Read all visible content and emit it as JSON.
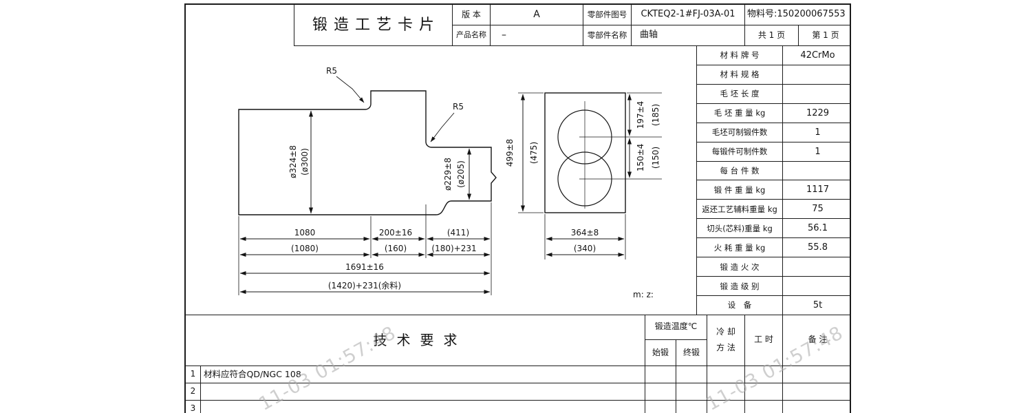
{
  "watermark": {
    "text": "11-03 01:57:48"
  },
  "title_block": {
    "title": "锻造工艺卡片",
    "version_label": "版 本",
    "version_value": "A",
    "part_no_label": "零部件图号",
    "part_no_value": "CKTEQ2-1#FJ-03A-01",
    "material_no": "物料号:150200067553",
    "product_name_label": "产品名称",
    "product_name_value": "–",
    "part_name_label": "零部件名称",
    "part_name_value": "曲轴",
    "pages_total": "共 1 页",
    "page_current": "第 1 页"
  },
  "material_table": {
    "rows": [
      {
        "label": "材 料 牌 号",
        "value": "42CrMo"
      },
      {
        "label": "材 料 规 格",
        "value": ""
      },
      {
        "label": "毛 坯 长 度",
        "value": ""
      },
      {
        "label": "毛 坯 重 量 kg",
        "value": "1229"
      },
      {
        "label": "毛坯可制锻件数",
        "value": "1"
      },
      {
        "label": "每锻件可制件数",
        "value": "1"
      },
      {
        "label": "每 台 件 数",
        "value": ""
      },
      {
        "label": "锻 件 重 量 kg",
        "value": "1117"
      },
      {
        "label": "返还工艺辅料重量 kg",
        "value": "75"
      },
      {
        "label": "切头(芯料)重量 kg",
        "value": "56.1"
      },
      {
        "label": "火 耗 重 量 kg",
        "value": "55.8"
      },
      {
        "label": "锻 造 火 次",
        "value": ""
      },
      {
        "label": "锻 造 级 别",
        "value": ""
      },
      {
        "label": "设　备",
        "value": "5t"
      }
    ]
  },
  "drawing": {
    "labels": {
      "r5_a": "R5",
      "r5_b": "R5",
      "dia324": "ø324±8",
      "dia300": "(ø300)",
      "dia229": "ø229±8",
      "dia205": "(ø205)",
      "d1080": "1080",
      "d1080p": "(1080)",
      "d200": "200±16",
      "d160": "(160)",
      "d411": "(411)",
      "d180": "(180)+231",
      "d1691": "1691±16",
      "d1420": "(1420)+231(余料)",
      "h499": "499±8",
      "h475": "(475)",
      "v197": "197±4",
      "v185": "(185)",
      "v150": "150±4",
      "v150p": "(150)",
      "w364": "364±8",
      "w340": "(340)",
      "mz": "m: z:"
    }
  },
  "tech_section": {
    "title": "技术要求",
    "temp_header": "锻造温度℃",
    "temp_start": "始锻",
    "temp_end": "终锻",
    "cooling_line1": "冷 却",
    "cooling_line2": "方 法",
    "hours": "工 时",
    "remark": "备 注",
    "rows": [
      {
        "no": "1",
        "text": "材料应符合QD/NGC 108"
      },
      {
        "no": "2",
        "text": ""
      },
      {
        "no": "3",
        "text": ""
      }
    ]
  }
}
